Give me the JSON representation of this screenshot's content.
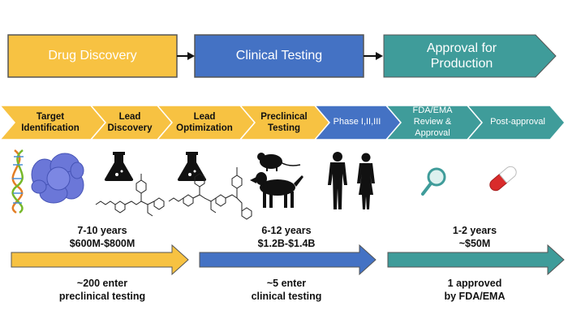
{
  "colors": {
    "gold": "#F7C242",
    "blue": "#4472C4",
    "teal": "#3F9C9A",
    "border": "#555555"
  },
  "stages": [
    {
      "label": "Drug Discovery"
    },
    {
      "label": "Clinical Testing"
    },
    {
      "label": "Approval for Production"
    }
  ],
  "steps": [
    {
      "label": "Target Identification"
    },
    {
      "label": "Lead Discovery"
    },
    {
      "label": "Lead Optimization"
    },
    {
      "label": "Preclinical Testing"
    },
    {
      "label": "Phase I,II,III"
    },
    {
      "label": "FDA/EMA Review & Approval"
    },
    {
      "label": "Post-approval"
    }
  ],
  "timeline": [
    {
      "duration": "7-10 years",
      "cost": "$600M-$800M",
      "outcome_1": "~200 enter",
      "outcome_2": "preclinical testing"
    },
    {
      "duration": "6-12 years",
      "cost": "$1.2B-$1.4B",
      "outcome_1": "~5 enter",
      "outcome_2": "clinical testing"
    },
    {
      "duration": "1-2 years",
      "cost": "~$50M",
      "outcome_1": "1 approved",
      "outcome_2": "by FDA/EMA"
    }
  ],
  "icons": [
    "dna-icon",
    "protein-icon",
    "flask-icon",
    "molecule-icon",
    "flask-icon",
    "molecule-icon",
    "mouse-icon",
    "dog-icon",
    "human-figures-icon",
    "magnifier-icon",
    "capsule-icon"
  ]
}
